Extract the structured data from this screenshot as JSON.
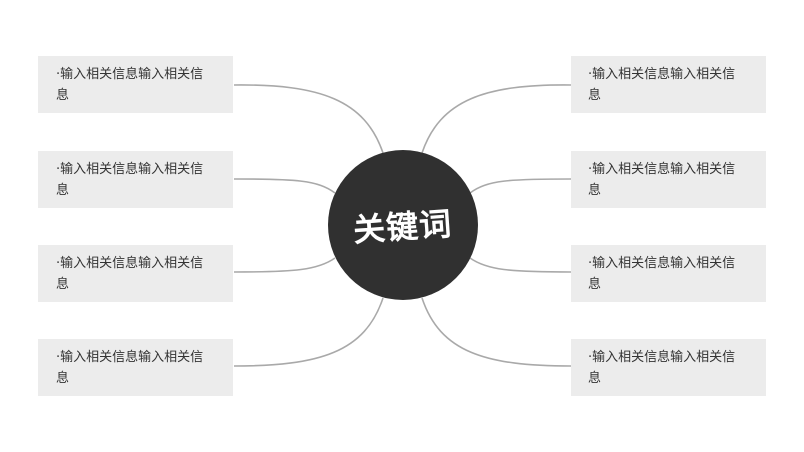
{
  "center": {
    "label": "关键词"
  },
  "left_items": [
    {
      "text": "·输入相关信息输入相关信息"
    },
    {
      "text": "·输入相关信息输入相关信息"
    },
    {
      "text": "·输入相关信息输入相关信息"
    },
    {
      "text": "·输入相关信息输入相关信息"
    }
  ],
  "right_items": [
    {
      "text": "·输入相关信息输入相关信息"
    },
    {
      "text": "·输入相关信息输入相关信息"
    },
    {
      "text": "·输入相关信息输入相关信息"
    },
    {
      "text": "·输入相关信息输入相关信息"
    }
  ],
  "colors": {
    "center_fill": "#303030",
    "center_text": "#ffffff",
    "box_fill": "#ececec",
    "connector": "#a9a9a9",
    "text": "#333333"
  }
}
